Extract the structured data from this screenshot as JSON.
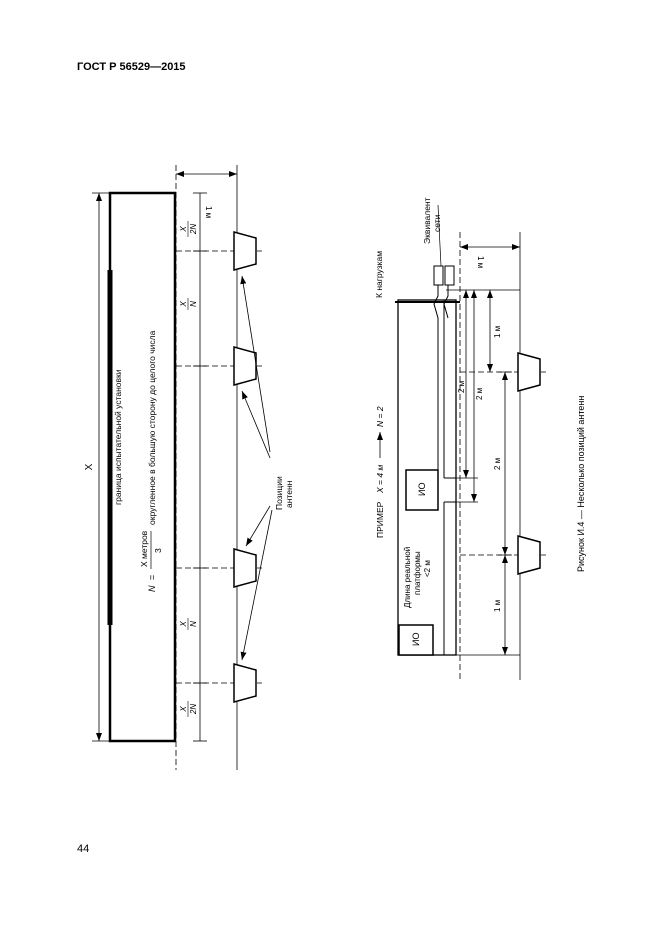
{
  "header": {
    "title": "ГОСТ Р 56529—2015"
  },
  "footer": {
    "page_number": "44"
  },
  "left": {
    "dim_1m": "1 м",
    "dim_X": "X",
    "boundary": "граница испытательной установки",
    "formula": {
      "N": "N",
      "eq": "=",
      "num": "X метров",
      "den": "3",
      "tail": "округленное в большую сторону до целого числа"
    },
    "frac_x_2n": {
      "num": "X",
      "den": "2N"
    },
    "frac_x_n": {
      "num": "X",
      "den": "N"
    },
    "positions": [
      "Позиции",
      "антенн"
    ]
  },
  "right": {
    "example": {
      "prefix": "ПРИМЕР",
      "x_eq": "X = 4 м",
      "n_eq": "N = 2"
    },
    "to_loads": "К нагрузкам",
    "equivalent": [
      "Эквивалент",
      "сети"
    ],
    "dim_1m_top": "1 м",
    "io": "ИО",
    "platform": [
      "Длина реальной",
      "платформы",
      "<2 м"
    ],
    "dims": {
      "d1m": "1 м",
      "d2m": "2 м"
    }
  },
  "caption": "Рисунок И.4 — Несколько позиций антенн"
}
